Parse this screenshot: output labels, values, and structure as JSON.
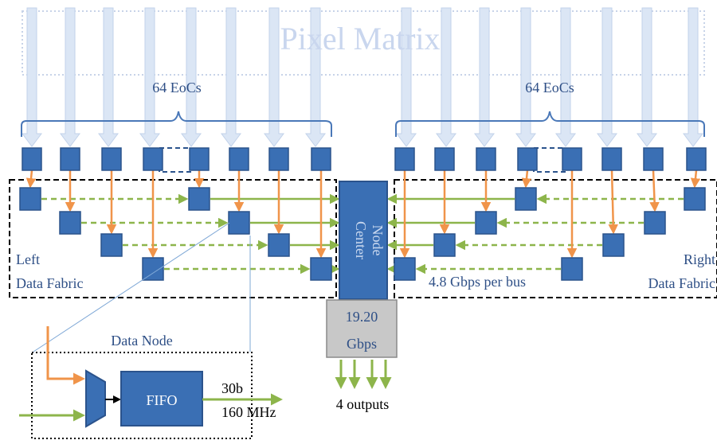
{
  "pixel_matrix": {
    "title": "Pixel Matrix"
  },
  "eoc_groups": {
    "left_label": "64 EoCs",
    "right_label": "64 EoCs"
  },
  "fabrics": {
    "left_label_line1": "Left",
    "left_label_line2": "Data Fabric",
    "right_label_line1": "Right",
    "right_label_line2": "Data Fabric",
    "bus_rate": "4.8 Gbps per bus"
  },
  "center_node": {
    "line1": "Center",
    "line2": "Node"
  },
  "output_box": {
    "line1": "19.20",
    "line2": "Gbps",
    "outputs_label": "4 outputs"
  },
  "data_node": {
    "title": "Data Node",
    "fifo_label": "FIFO",
    "bus_width": "30b",
    "clock": "160 MHz"
  },
  "colors": {
    "node_fill": "#3a6fb4",
    "node_stroke": "#2b538c",
    "orange_arrow": "#f0944a",
    "green_arrow": "#8db54b",
    "brace": "#4a78b8",
    "column_arrow": "#dbe6f5",
    "output_box": "#c8c8c8"
  }
}
